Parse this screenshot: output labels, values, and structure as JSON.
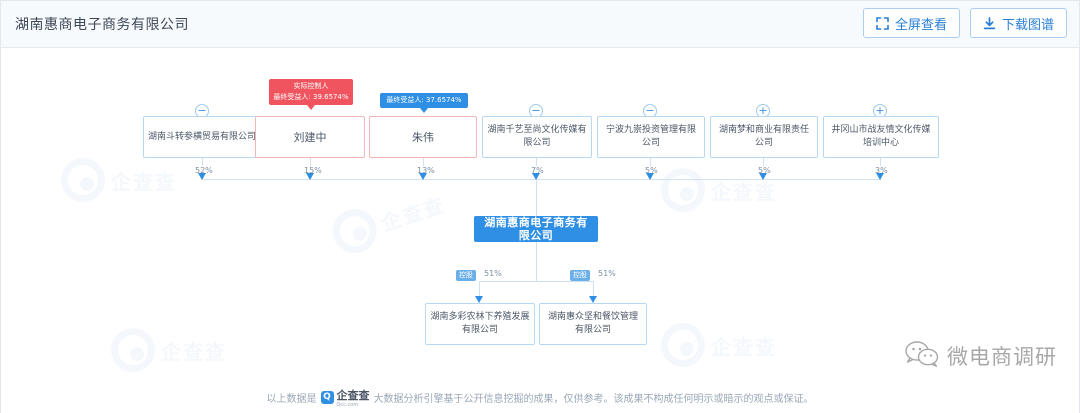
{
  "header": {
    "title": "湖南惠商电子商务有限公司",
    "fullscreen_label": "全屏查看",
    "download_label": "下载图谱"
  },
  "graph": {
    "center": {
      "name": "湖南惠商电子商务有限公司"
    },
    "badges": [
      {
        "line1": "实际控制人",
        "line2": "最终受益人: 39.6574%",
        "color": "#f0555f"
      },
      {
        "line1": "",
        "line2": "最终受益人: 37.6574%",
        "color": "#2f8fe4"
      }
    ],
    "shareholders": [
      {
        "name": "湖南斗转参横贸易有限公司",
        "percent": "52%",
        "type": "company",
        "toggle": "−"
      },
      {
        "name": "刘建中",
        "percent": "15%",
        "type": "person",
        "toggle": ""
      },
      {
        "name": "朱伟",
        "percent": "13%",
        "type": "person",
        "toggle": ""
      },
      {
        "name": "湖南千艺至尚文化传媒有限公司",
        "percent": "7%",
        "type": "company",
        "toggle": "−"
      },
      {
        "name": "宁波九崇投资管理有限公司",
        "percent": "5%",
        "type": "company",
        "toggle": "−"
      },
      {
        "name": "湖南梦和商业有限责任公司",
        "percent": "5%",
        "type": "company",
        "toggle": "+"
      },
      {
        "name": "井冈山市战友情文化传媒培训中心",
        "percent": "3%",
        "type": "company",
        "toggle": "+"
      }
    ],
    "subsidiaries": [
      {
        "name": "湖南多彩农林下养殖发展有限公司",
        "percent": "51%",
        "tag": "控股"
      },
      {
        "name": "湖南惠众坚和餐饮管理有限公司",
        "percent": "51%",
        "tag": "控股"
      }
    ]
  },
  "watermark": {
    "brand": "企查查",
    "brand_sub": "Qcc.com",
    "wechat_text": "微电商调研"
  },
  "footer": {
    "prefix": "以上数据是",
    "brand": "企查查",
    "brand_sub": "Qcc.com",
    "suffix": "大数据分析引擎基于公开信息挖掘的成果，仅供参考。该成果不构成任何明示或暗示的观点或保证。"
  }
}
